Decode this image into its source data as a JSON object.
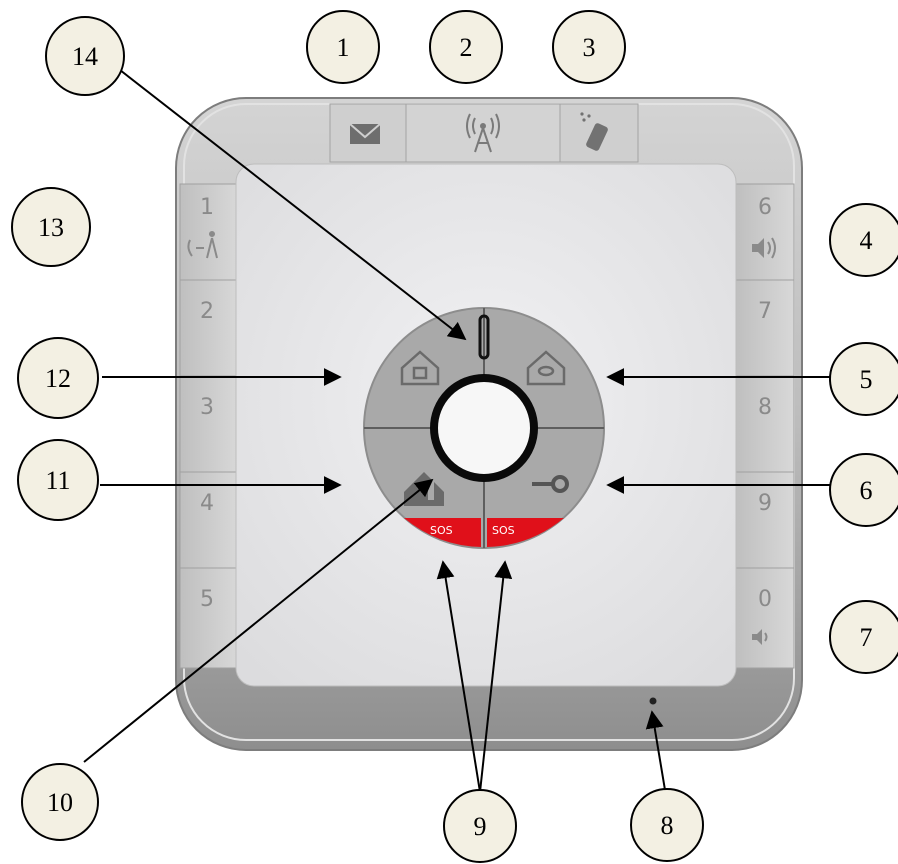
{
  "callouts": [
    {
      "id": "1",
      "label": "1"
    },
    {
      "id": "2",
      "label": "2"
    },
    {
      "id": "3",
      "label": "3"
    },
    {
      "id": "4",
      "label": "4"
    },
    {
      "id": "5",
      "label": "5"
    },
    {
      "id": "6",
      "label": "6"
    },
    {
      "id": "7",
      "label": "7"
    },
    {
      "id": "8",
      "label": "8"
    },
    {
      "id": "9",
      "label": "9"
    },
    {
      "id": "10",
      "label": "10"
    },
    {
      "id": "11",
      "label": "11"
    },
    {
      "id": "12",
      "label": "12"
    },
    {
      "id": "13",
      "label": "13"
    },
    {
      "id": "14",
      "label": "14"
    }
  ],
  "keypad": {
    "left_keys": [
      "1",
      "2",
      "3",
      "4",
      "5"
    ],
    "right_keys": [
      "6",
      "7",
      "8",
      "9",
      "0"
    ],
    "top_icons": [
      "envelope-icon",
      "antenna-icon",
      "phone-icon"
    ],
    "sos_left": "SOS",
    "sos_right": "SOS"
  },
  "colors": {
    "callout_fill": "#f3f0e3",
    "device_frame": "#b9b9b9",
    "device_face": "#e6e6e8",
    "key_face": "#c9c9c9",
    "sos_red": "#e0101a"
  }
}
